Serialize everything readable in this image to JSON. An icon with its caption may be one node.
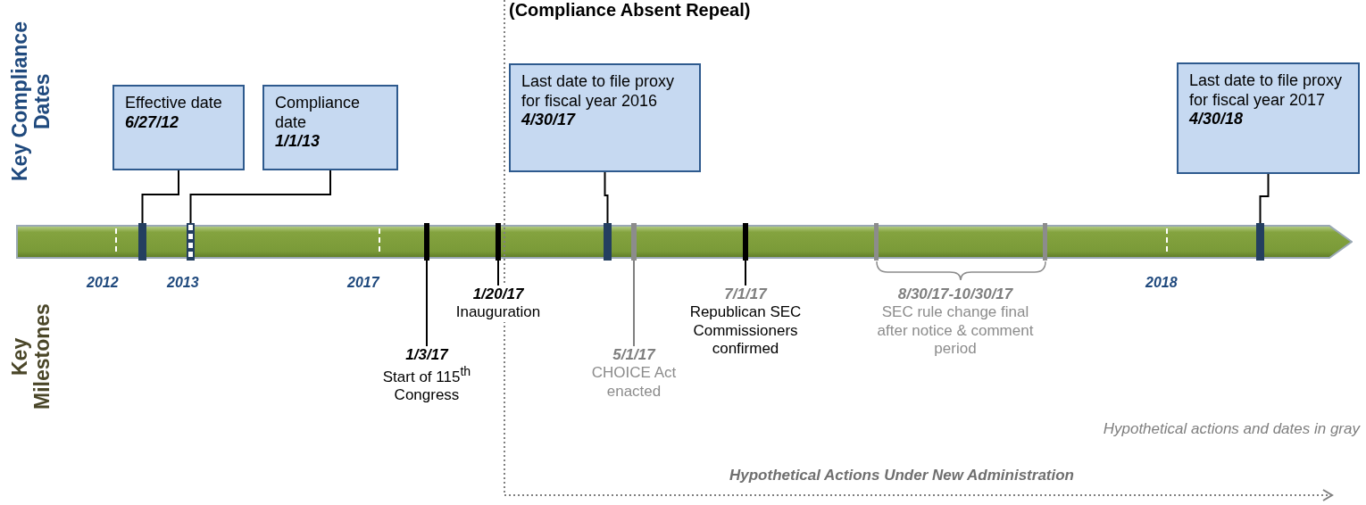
{
  "diagram": {
    "title": "(Compliance Absent Repeal)",
    "nodes": [
      {
        "text": [],
        "shape": "bar"
      },
      {
        "text": [],
        "shape": "bar",
        "in": 0
      },
      {
        "text": [],
        "shape": "bar",
        "in": 0
      },
      {
        "text": [],
        "shape": "bar",
        "in": 0
      },
      {
        "text": [],
        "shape": "bar",
        "in": 0
      },
      {
        "text": [],
        "shape": "bar",
        "in": 0
      },
      {
        "text": [],
        "shape": "bar",
        "in": 0
      },
      {
        "text": [],
        "shape": "bar",
        "in": 0
      },
      {
        "text": [],
        "shape": "bar",
        "in": 0
      },
      {
        "text": [],
        "shape": "bar",
        "in": 0
      },
      {
        "text": [],
        "shape": "bar",
        "in": 0
      },
      {
        "text": [
          "Effective date",
          "6/27/12"
        ]
      },
      {
        "text": [
          "Compliance date",
          "1/1/13"
        ]
      },
      {
        "text": [
          "Last date to file proxy for fiscal year 2016",
          "4/30/17"
        ]
      },
      {
        "text": [
          "Last date to file proxy for fiscal year 2017",
          "4/30/18"
        ]
      },
      {
        "text": [
          "1/3/17",
          "Start of 115$^{th}$ Congress"
        ]
      },
      {
        "text": [
          "1/20/17",
          "Inauguration"
        ]
      },
      {
        "text": [
          "5/1/17",
          "CHOICE Act enacted"
        ]
      },
      {
        "text": [
          "7/1/17",
          "Republican SEC Commissioners confirmed"
        ]
      },
      {
        "text": [
          "8/30/17-10/30/17",
          "SEC rule change final after notice & comment period"
        ]
      }
    ],
    "edges": [
      {
        "from": 11,
        "to": 1,
        "arrow": "none"
      },
      {
        "from": 12,
        "to": 2,
        "arrow": "none"
      },
      {
        "from": 13,
        "to": 5,
        "arrow": "none"
      },
      {
        "from": 14,
        "to": 10,
        "arrow": "none"
      },
      {
        "from": 15,
        "to": 3,
        "arrow": "none"
      },
      {
        "from": 16,
        "to": 4,
        "arrow": "none"
      },
      {
        "from": 17,
        "to": 6,
        "arrow": "none",
        "color": "#808080"
      },
      {
        "from": 18,
        "to": 7,
        "arrow": "none"
      }
    ],
    "labels": [
      "Key Compliance Dates",
      "2012",
      "2013",
      "2017",
      "2018",
      "Key Milestones",
      "Hypothetical actions and dates in gray",
      "Hypothetical Actions Under New Administration"
    ]
  }
}
